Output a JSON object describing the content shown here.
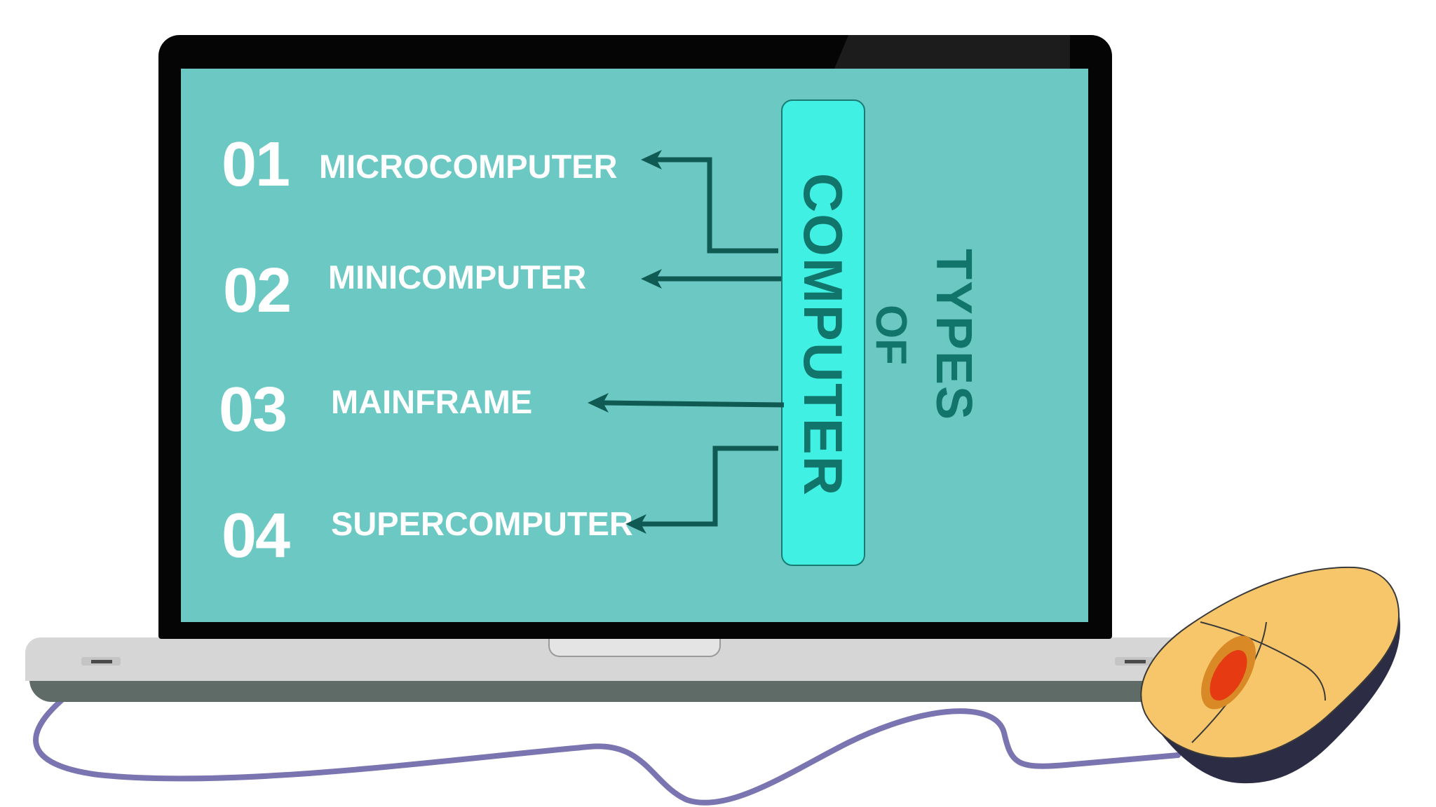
{
  "diagram": {
    "title": "TYPES OF COMPUTER",
    "title_lines": [
      "TYPES",
      "OF",
      "COMPUTER"
    ],
    "items": [
      {
        "number": "01",
        "label": "MICROCOMPUTER"
      },
      {
        "number": "02",
        "label": "MINICOMPUTER"
      },
      {
        "number": "03",
        "label": "MAINFRAME"
      },
      {
        "number": "04",
        "label": "SUPERCOMPUTER"
      }
    ]
  },
  "colors": {
    "screen": "#6bc8c2",
    "center_box": "#40f0e2",
    "title_text": "#12756b",
    "arrows": "#0f5a52",
    "item_text": "#ffffff",
    "laptop_frame": "#050505",
    "laptop_base": "#d6d6d6",
    "mouse_body": "#f8c66a",
    "mouse_wheel": "#e53a12",
    "cable": "#7a74b0"
  },
  "icons": {
    "device": "laptop-icon",
    "mouse": "computer-mouse-icon"
  }
}
